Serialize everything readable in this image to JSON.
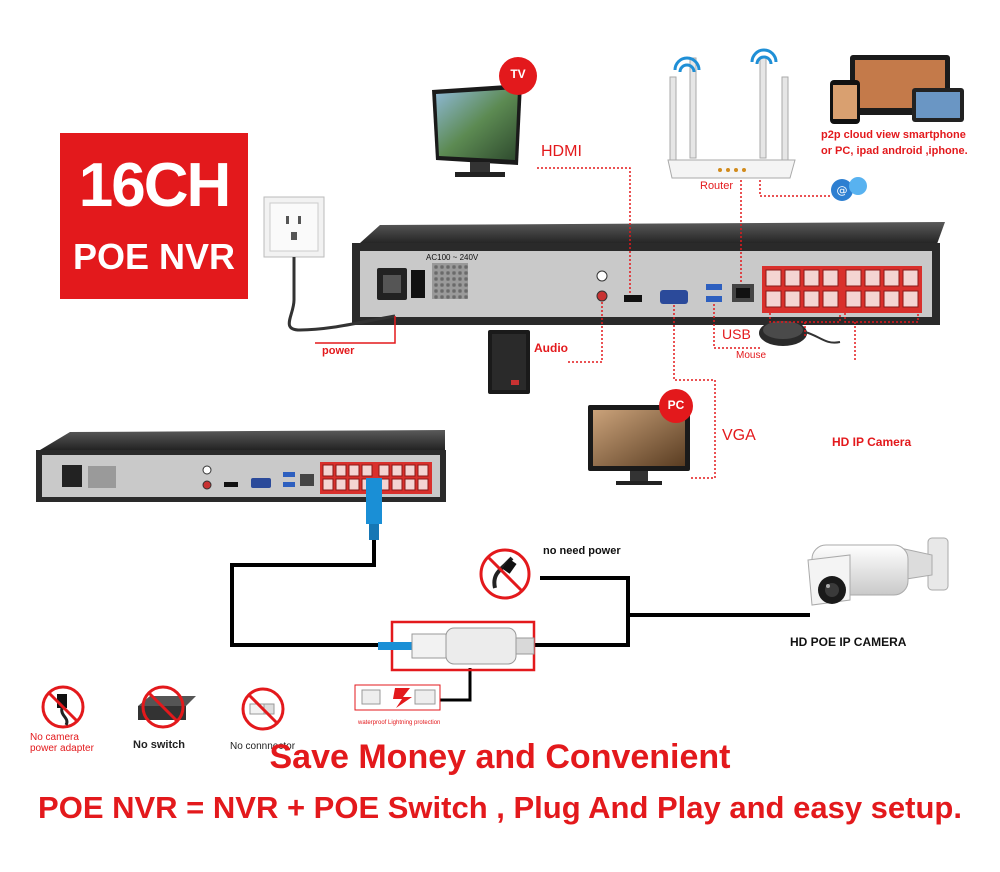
{
  "badge": {
    "line1": "16CH",
    "line2": "POE NVR"
  },
  "nvr_panel": {
    "power_label": "AC100 ~ 240V"
  },
  "devices": {
    "tv": {
      "badge": "TV",
      "label": "HDMI"
    },
    "router": {
      "label": "Router"
    },
    "p2p": {
      "line1": "p2p cloud  view smartphone",
      "line2": "or PC, ipad android ,iphone."
    },
    "power": {
      "label": "power"
    },
    "audio": {
      "label": "Audio"
    },
    "usb": {
      "label": "USB"
    },
    "mouse": {
      "label": "Mouse"
    },
    "pc": {
      "badge": "PC",
      "label": "VGA"
    },
    "ip_camera": {
      "label": "HD IP Camera"
    }
  },
  "poe": {
    "no_need_power": "no need power",
    "camera_label": "HD POE IP CAMERA",
    "waterproof": "waterproof Lightning protection"
  },
  "no_icons": [
    {
      "line1": "No camera",
      "line2": "power adapter"
    },
    {
      "line1": "No switch",
      "line2": ""
    },
    {
      "line1": "No connnector",
      "line2": ""
    }
  ],
  "headline": "Save Money and Convenient",
  "tagline": "POE NVR = NVR + POE Switch , Plug And Play and easy setup.",
  "colors": {
    "accent": "#e3191c",
    "chassis": "#2b2b2b",
    "panel": "#c9c9c9",
    "cable_blue": "#1a8fd6"
  }
}
